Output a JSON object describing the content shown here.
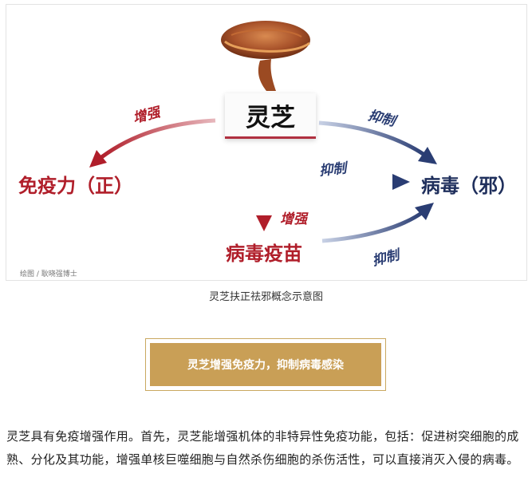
{
  "diagram": {
    "center": "灵芝",
    "left_node": "免疫力（正）",
    "right_node": "病毒（邪）",
    "bottom_node": "病毒疫苗",
    "edge_labels": {
      "center_to_left": "增强",
      "center_to_right": "抑制",
      "left_to_right": "抑制",
      "center_to_bottom": "增强",
      "bottom_to_right": "抑制"
    },
    "credit": "绘图 / 耿晓强博士",
    "colors": {
      "red": "#b01e2a",
      "blue": "#2a3d73"
    }
  },
  "caption": "灵芝扶正祛邪概念示意图",
  "banner": "灵芝增强免疫力，抑制病毒感染",
  "paragraph": "灵芝具有免疫增强作用。首先，灵芝能增强机体的非特异性免疫功能，包括：促进树突细胞的成熟、分化及其功能，增强单核巨噬细胞与自然杀伤细胞的杀伤活性，可以直接消灭入侵的病毒。"
}
